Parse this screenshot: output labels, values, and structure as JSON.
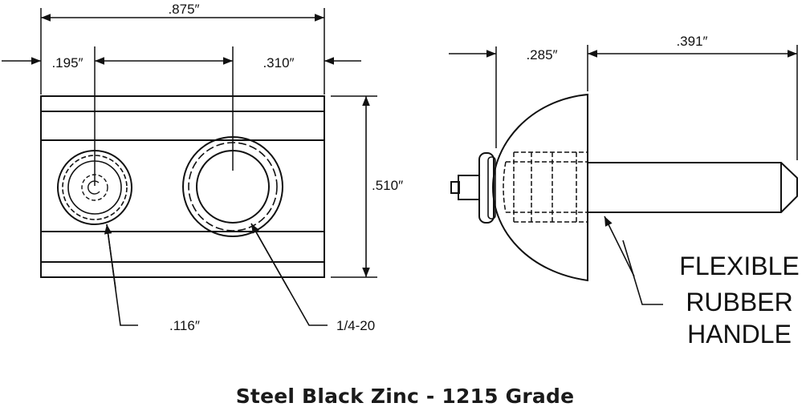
{
  "front_view": {
    "dims": {
      "overall_width": ".875″",
      "left_offset": ".195″",
      "right_offset": ".310″",
      "height": ".510″",
      "small_hole": ".116″",
      "thread": "1/4-20"
    }
  },
  "side_view": {
    "dims": {
      "head_depth": ".285″",
      "stem_length": ".391″"
    },
    "callout": [
      "FLEXIBLE",
      "RUBBER",
      "HANDLE"
    ]
  },
  "caption": "Steel Black Zinc - 1215 Grade"
}
